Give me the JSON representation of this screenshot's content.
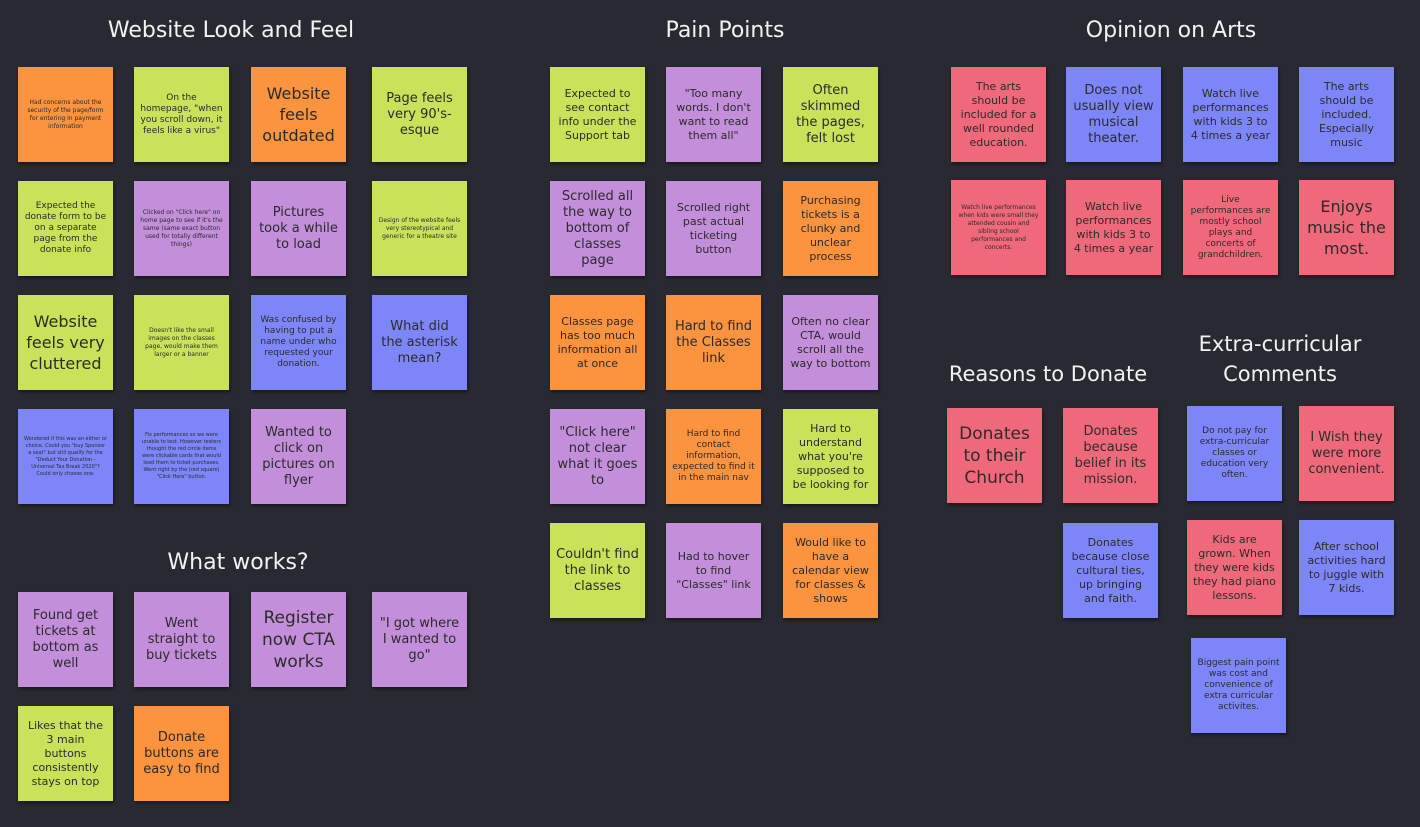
{
  "sections": {
    "website_look_and_feel": "Website Look and Feel",
    "pain_points": "Pain Points",
    "opinion_on_arts": "Opinion on Arts",
    "what_works": "What works?",
    "reasons_to_donate": "Reasons to Donate",
    "extra_curricular": "Extra-curricular Comments"
  },
  "colors": {
    "orange": "#fb933f",
    "lime": "#c8e35a",
    "purple": "#c38fda",
    "blue": "#7d86f9",
    "red": "#f0697a",
    "board": "#282a31"
  },
  "notes": {
    "wlf1": "Had concerns about the security of the page/form for entering in payment information",
    "wlf2": "On the homepage, \"when you scroll down, it feels like a virus\"",
    "wlf3": "Website feels outdated",
    "wlf4": "Page feels very 90's-esque",
    "wlf5": "Expected the donate form to be on a separate page from the donate info",
    "wlf6": "Clicked on \"Click here\" on home page to see if it's the same (same exact button used for totally different things)",
    "wlf7": "Pictures took a while to load",
    "wlf8": "Design of the website feels very stereotypical and generic for a theatre site",
    "wlf9": "Website feels very cluttered",
    "wlf10": "Doesn't like the small images on the classes page, would make them larger or a banner",
    "wlf11": "Was confused by having to put a name under who requested your donation.",
    "wlf12": "What did the asterisk mean?",
    "wlf13": "Wondered if this was an either or choice. Could you \"buy Sponsor a seat\" but still qualify for the \"Deduct Your Donation - Universal Tax Break 2020\"? Could only choose one.",
    "wlf14": "Fix performances so we were unable to test. However testers thought the red circle items were clickable cards that would lead them to ticket purchases. Went right by the (red square) \"Click Here\" button.",
    "wlf15": "Wanted to click on pictures on flyer",
    "ww1": "Found get tickets at bottom as well",
    "ww2": "Went straight to buy tickets",
    "ww3": "Register now CTA works",
    "ww4": "\"I got where I wanted to go\"",
    "ww5": "Likes that the 3 main buttons consistently stays on top",
    "ww6": "Donate buttons are easy to find",
    "pp1": "Expected to see contact info under the Support tab",
    "pp2": "\"Too many words. I don't want to read them all\"",
    "pp3": "Often skimmed the pages, felt lost",
    "pp4": "Scrolled all the way to bottom of classes page",
    "pp5": "Scrolled right past actual ticketing button",
    "pp6": "Purchasing tickets is a clunky and unclear process",
    "pp7": "Classes page has too much information all at once",
    "pp8": "Hard to find the Classes link",
    "pp9": "Often no clear CTA, would scroll all the way to bottom",
    "pp10": "\"Click here\" not clear what it goes to",
    "pp11": "Hard to find contact information, expected to find it in the main nav",
    "pp12": "Hard to understand what you're supposed to be looking for",
    "pp13": "Couldn't find the link to classes",
    "pp14": "Had to hover to find \"Classes\" link",
    "pp15": "Would like to have a calendar view for classes & shows",
    "oa1": "The arts should be included for a well rounded education.",
    "oa2": "Does not usually view musical theater.",
    "oa3": "Watch live performances with kids 3 to 4 times a year",
    "oa4": "The arts should be included. Especially music",
    "oa5": "Watch live performances when kids were small they attended cousin and sibling school performances and concerts.",
    "oa6": "Watch live performances with kids 3 to 4 times a year",
    "oa7": "Live performances are mostly school plays and concerts of grandchildren.",
    "oa8": "Enjoys music the most.",
    "rd1": "Donates to their Church",
    "rd2": "Donates because belief in its mission.",
    "rd3": "Donates because close cultural ties, up bringing and faith.",
    "ec1": "Do not pay for extra-curricular classes or education very often.",
    "ec2": "I Wish they were more convenient.",
    "ec3": "Kids are grown. When they were kids they had piano lessons.",
    "ec4": "After school activities hard to juggle with 7 kids.",
    "ec5": "Biggest pain point was cost and convenience of extra curricular activites."
  }
}
